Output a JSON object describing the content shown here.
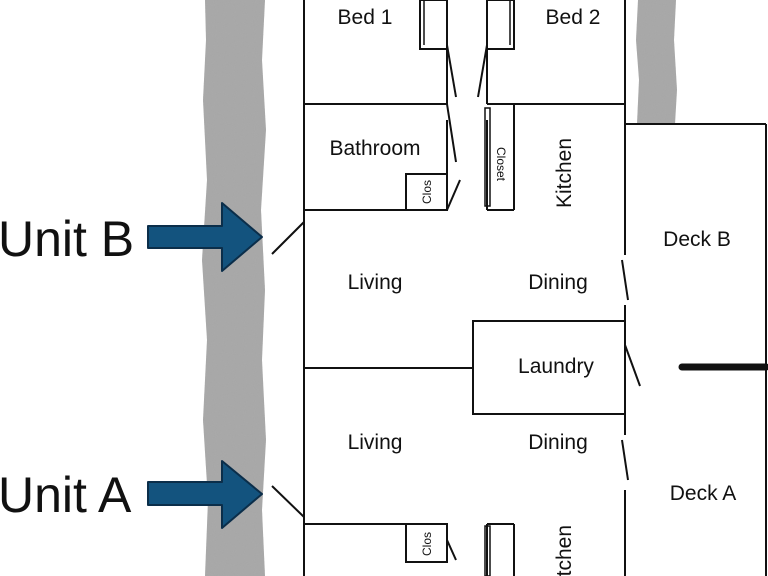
{
  "units": {
    "unit_b": "Unit B",
    "unit_a": "Unit A"
  },
  "rooms": {
    "bed1": "Bed 1",
    "bed2": "Bed 2",
    "bathroom": "Bathroom",
    "kitchen_b": "Kitchen",
    "kitchen_a": "Kitchen",
    "living_b": "Living",
    "dining_b": "Dining",
    "living_a": "Living",
    "dining_a": "Dining",
    "laundry": "Laundry",
    "deck_b": "Deck B",
    "deck_a": "Deck A",
    "closet_b_hall": "Closet",
    "clos_bath": "Clos",
    "clos_a_left": "Clos"
  },
  "colors": {
    "arrow": "#13537e",
    "path": "#a9a9a9",
    "wall": "#111111"
  }
}
